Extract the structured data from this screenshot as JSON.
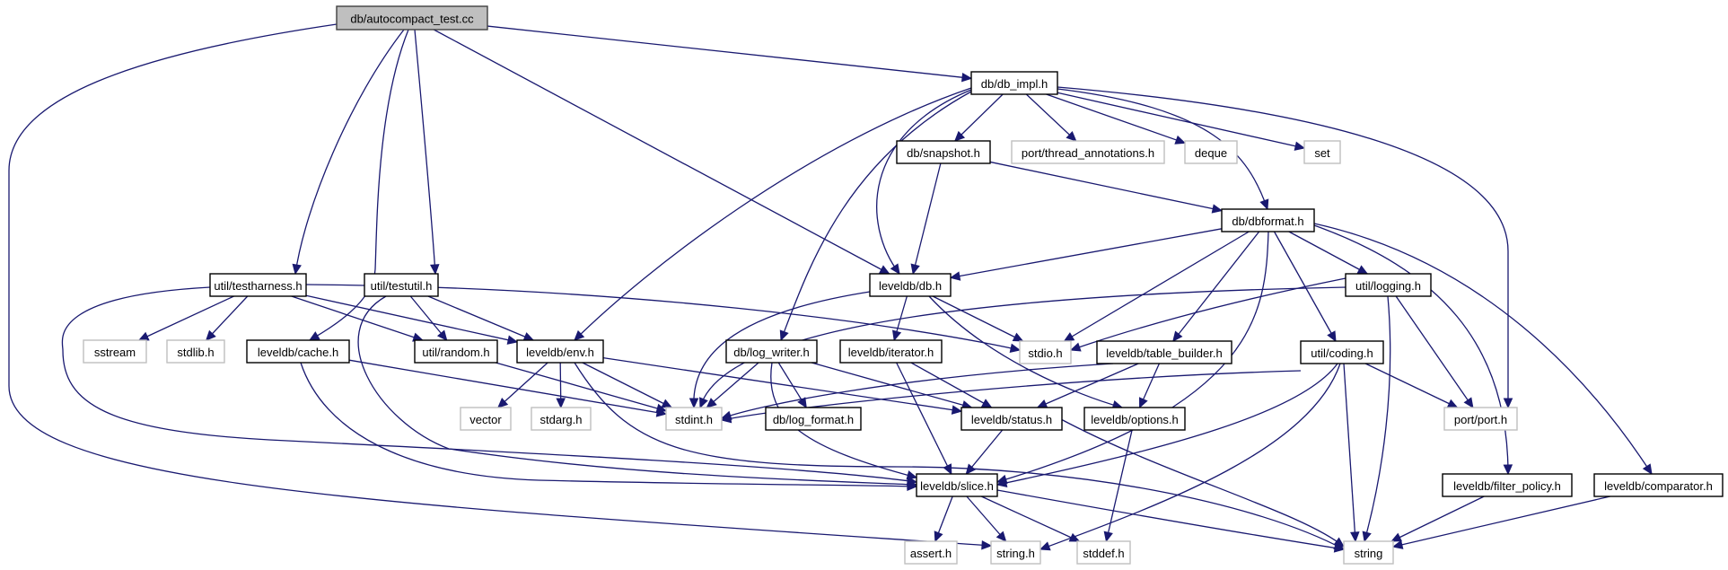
{
  "diagram": {
    "title": "db/autocompact_test.cc",
    "type": "include-dependency-graph",
    "colors": {
      "edge": "#191970",
      "root_fill": "#bfbfbf",
      "documented_border": "#000000",
      "external_border": "#bfbfbf"
    },
    "nodes": [
      {
        "id": "autocompact_test",
        "label": "db/autocompact_test.cc",
        "kind": "root"
      },
      {
        "id": "db_impl",
        "label": "db/db_impl.h",
        "kind": "doc"
      },
      {
        "id": "snapshot",
        "label": "db/snapshot.h",
        "kind": "doc"
      },
      {
        "id": "thread_annotations",
        "label": "port/thread_annotations.h",
        "kind": "ext"
      },
      {
        "id": "deque",
        "label": "deque",
        "kind": "ext"
      },
      {
        "id": "set",
        "label": "set",
        "kind": "ext"
      },
      {
        "id": "dbformat",
        "label": "db/dbformat.h",
        "kind": "doc"
      },
      {
        "id": "testharness",
        "label": "util/testharness.h",
        "kind": "doc"
      },
      {
        "id": "testutil",
        "label": "util/testutil.h",
        "kind": "doc"
      },
      {
        "id": "leveldb_db",
        "label": "leveldb/db.h",
        "kind": "doc"
      },
      {
        "id": "logging",
        "label": "util/logging.h",
        "kind": "doc"
      },
      {
        "id": "sstream",
        "label": "sstream",
        "kind": "ext"
      },
      {
        "id": "stdlib",
        "label": "stdlib.h",
        "kind": "ext"
      },
      {
        "id": "cache",
        "label": "leveldb/cache.h",
        "kind": "doc"
      },
      {
        "id": "random",
        "label": "util/random.h",
        "kind": "doc"
      },
      {
        "id": "env",
        "label": "leveldb/env.h",
        "kind": "doc"
      },
      {
        "id": "log_writer",
        "label": "db/log_writer.h",
        "kind": "doc"
      },
      {
        "id": "iterator",
        "label": "leveldb/iterator.h",
        "kind": "doc"
      },
      {
        "id": "stdio",
        "label": "stdio.h",
        "kind": "ext"
      },
      {
        "id": "table_builder",
        "label": "leveldb/table_builder.h",
        "kind": "doc"
      },
      {
        "id": "coding",
        "label": "util/coding.h",
        "kind": "doc"
      },
      {
        "id": "vector",
        "label": "vector",
        "kind": "ext"
      },
      {
        "id": "stdarg",
        "label": "stdarg.h",
        "kind": "ext"
      },
      {
        "id": "stdint",
        "label": "stdint.h",
        "kind": "ext"
      },
      {
        "id": "log_format",
        "label": "db/log_format.h",
        "kind": "doc"
      },
      {
        "id": "status",
        "label": "leveldb/status.h",
        "kind": "doc"
      },
      {
        "id": "options",
        "label": "leveldb/options.h",
        "kind": "doc"
      },
      {
        "id": "port",
        "label": "port/port.h",
        "kind": "ext"
      },
      {
        "id": "slice",
        "label": "leveldb/slice.h",
        "kind": "doc"
      },
      {
        "id": "filter_policy",
        "label": "leveldb/filter_policy.h",
        "kind": "doc"
      },
      {
        "id": "comparator",
        "label": "leveldb/comparator.h",
        "kind": "doc"
      },
      {
        "id": "assert",
        "label": "assert.h",
        "kind": "ext"
      },
      {
        "id": "string_h",
        "label": "string.h",
        "kind": "ext"
      },
      {
        "id": "stddef",
        "label": "stddef.h",
        "kind": "ext"
      },
      {
        "id": "string",
        "label": "string",
        "kind": "ext"
      }
    ],
    "edges": [
      [
        "autocompact_test",
        "db_impl"
      ],
      [
        "autocompact_test",
        "leveldb_db"
      ],
      [
        "autocompact_test",
        "testharness"
      ],
      [
        "autocompact_test",
        "cache"
      ],
      [
        "autocompact_test",
        "testutil"
      ],
      [
        "autocompact_test",
        "string_h"
      ],
      [
        "db_impl",
        "snapshot"
      ],
      [
        "db_impl",
        "thread_annotations"
      ],
      [
        "db_impl",
        "deque"
      ],
      [
        "db_impl",
        "set"
      ],
      [
        "db_impl",
        "dbformat"
      ],
      [
        "db_impl",
        "leveldb_db"
      ],
      [
        "db_impl",
        "env"
      ],
      [
        "db_impl",
        "log_writer"
      ],
      [
        "db_impl",
        "port"
      ],
      [
        "snapshot",
        "leveldb_db"
      ],
      [
        "snapshot",
        "dbformat"
      ],
      [
        "dbformat",
        "leveldb_db"
      ],
      [
        "dbformat",
        "stdio"
      ],
      [
        "dbformat",
        "table_builder"
      ],
      [
        "dbformat",
        "logging"
      ],
      [
        "dbformat",
        "coding"
      ],
      [
        "dbformat",
        "slice"
      ],
      [
        "dbformat",
        "filter_policy"
      ],
      [
        "dbformat",
        "comparator"
      ],
      [
        "testharness",
        "sstream"
      ],
      [
        "testharness",
        "stdlib"
      ],
      [
        "testharness",
        "random"
      ],
      [
        "testharness",
        "env"
      ],
      [
        "testharness",
        "stdio"
      ],
      [
        "testharness",
        "slice"
      ],
      [
        "testutil",
        "random"
      ],
      [
        "testutil",
        "env"
      ],
      [
        "testutil",
        "slice"
      ],
      [
        "leveldb_db",
        "stdint"
      ],
      [
        "leveldb_db",
        "stdio"
      ],
      [
        "leveldb_db",
        "iterator"
      ],
      [
        "leveldb_db",
        "options"
      ],
      [
        "logging",
        "stdio"
      ],
      [
        "logging",
        "stdint"
      ],
      [
        "logging",
        "port"
      ],
      [
        "logging",
        "string"
      ],
      [
        "cache",
        "stdint"
      ],
      [
        "cache",
        "slice"
      ],
      [
        "random",
        "stdint"
      ],
      [
        "env",
        "vector"
      ],
      [
        "env",
        "stdarg"
      ],
      [
        "env",
        "stdint"
      ],
      [
        "env",
        "status"
      ],
      [
        "env",
        "string"
      ],
      [
        "log_writer",
        "stdint"
      ],
      [
        "log_writer",
        "log_format"
      ],
      [
        "log_writer",
        "status"
      ],
      [
        "log_writer",
        "slice"
      ],
      [
        "iterator",
        "status"
      ],
      [
        "iterator",
        "slice"
      ],
      [
        "table_builder",
        "stdint"
      ],
      [
        "table_builder",
        "status"
      ],
      [
        "table_builder",
        "options"
      ],
      [
        "coding",
        "stdint"
      ],
      [
        "coding",
        "port"
      ],
      [
        "coding",
        "slice"
      ],
      [
        "coding",
        "string_h"
      ],
      [
        "coding",
        "string"
      ],
      [
        "status",
        "slice"
      ],
      [
        "status",
        "string"
      ],
      [
        "options",
        "stddef"
      ],
      [
        "slice",
        "assert"
      ],
      [
        "slice",
        "string_h"
      ],
      [
        "slice",
        "stddef"
      ],
      [
        "slice",
        "string"
      ],
      [
        "filter_policy",
        "string"
      ],
      [
        "comparator",
        "string"
      ]
    ]
  }
}
